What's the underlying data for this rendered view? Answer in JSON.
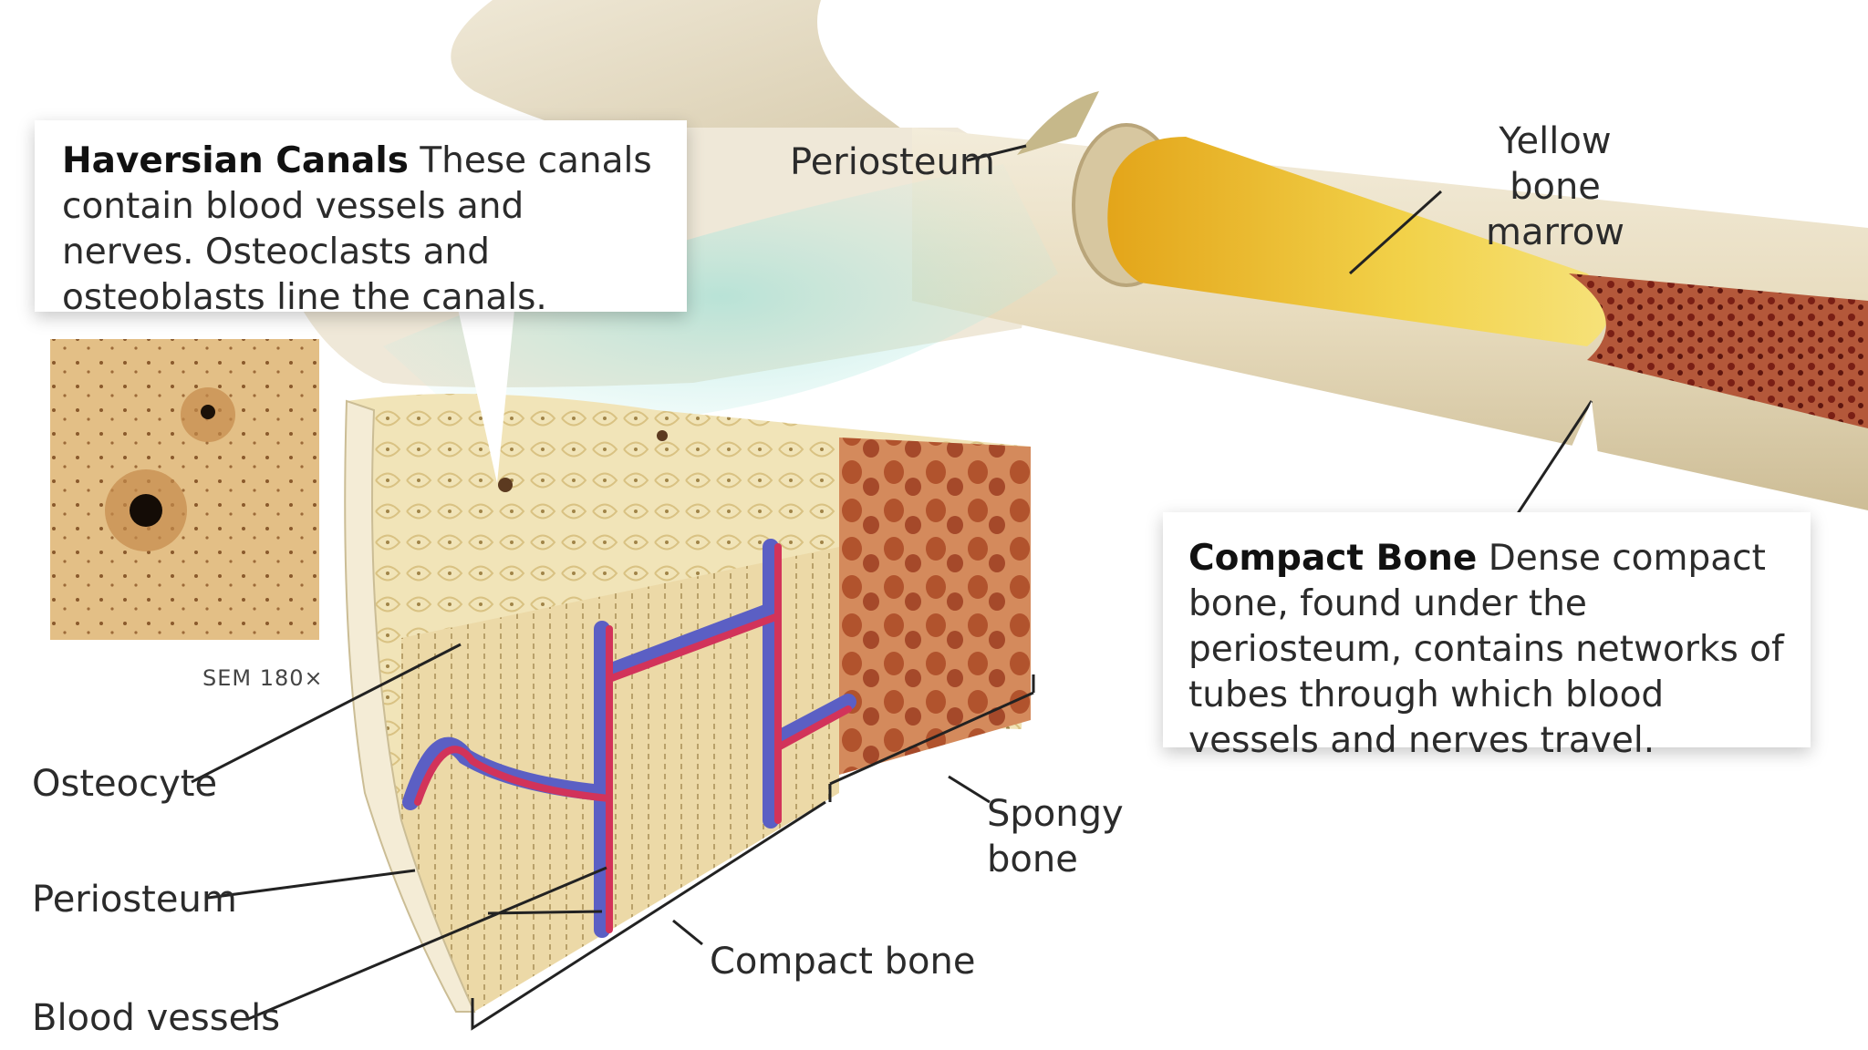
{
  "callouts": {
    "haversian": {
      "title": "Haversian Canals",
      "body": " These canals contain blood vessels and nerves. Osteoclasts and osteoblasts line the canals."
    },
    "compact": {
      "title": "Compact Bone",
      "body": " Dense compact bone, found under the periosteum, contains networks of tubes through which blood vessels and nerves travel."
    }
  },
  "micrograph": {
    "caption": "SEM 180×"
  },
  "labels": {
    "periosteum_top": "Periosteum",
    "yellow_marrow_line1": "Yellow",
    "yellow_marrow_line2": "bone marrow",
    "osteocyte": "Osteocyte",
    "periosteum_bottom": "Periosteum",
    "blood_vessels": "Blood vessels",
    "compact_bone": "Compact bone",
    "spongy_line1": "Spongy",
    "spongy_line2": "bone"
  },
  "colors": {
    "bone": "#eadbb2",
    "marrow_yellow": "#e9b51f",
    "red_marrow": "#8a2a1e",
    "vessel_red": "#d2335a",
    "vessel_blue": "#5b5fc4",
    "highlight_teal": "#9fe0d6"
  }
}
